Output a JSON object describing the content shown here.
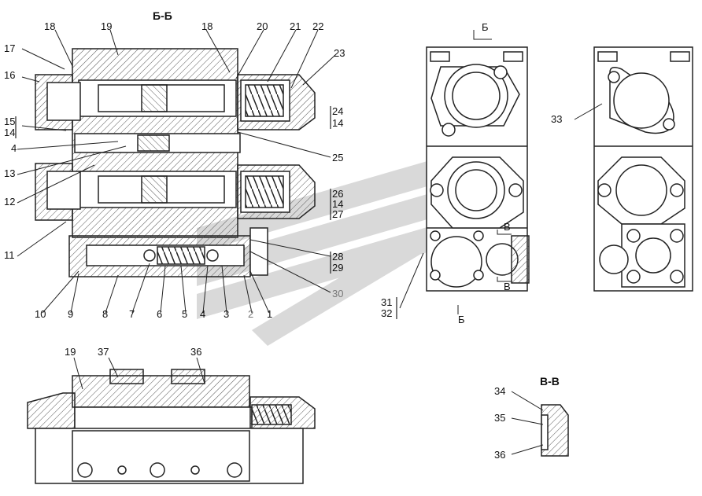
{
  "section_titles": {
    "bb": "Б-Б",
    "vv": "В-В"
  },
  "markers": {
    "b_top": "Б",
    "b_bottom": "Б",
    "v_top": "В",
    "v_bottom": "В"
  },
  "callouts": {
    "n1": "1",
    "n2": "2",
    "n3": "3",
    "n4": "4",
    "n4b": "4",
    "n5": "5",
    "n6": "6",
    "n7": "7",
    "n8": "8",
    "n9": "9",
    "n10": "10",
    "n11": "11",
    "n12": "12",
    "n13": "13",
    "n14a": "14",
    "n14b": "14",
    "n14c": "14",
    "n15": "15",
    "n16": "16",
    "n17": "17",
    "n18a": "18",
    "n18b": "18",
    "n19a": "19",
    "n19b": "19",
    "n20": "20",
    "n21": "21",
    "n22": "22",
    "n23": "23",
    "n24": "24",
    "n25": "25",
    "n26": "26",
    "n27": "27",
    "n28": "28",
    "n29": "29",
    "n30": "30",
    "n31": "31",
    "n32": "32",
    "n33": "33",
    "n34": "34",
    "n35": "35",
    "n36a": "36",
    "n36b": "36",
    "n37": "37"
  },
  "colors": {
    "line": "#222222",
    "hatch": "#555555",
    "watermark": "#d9d9d9",
    "grey_label": "#777777"
  }
}
